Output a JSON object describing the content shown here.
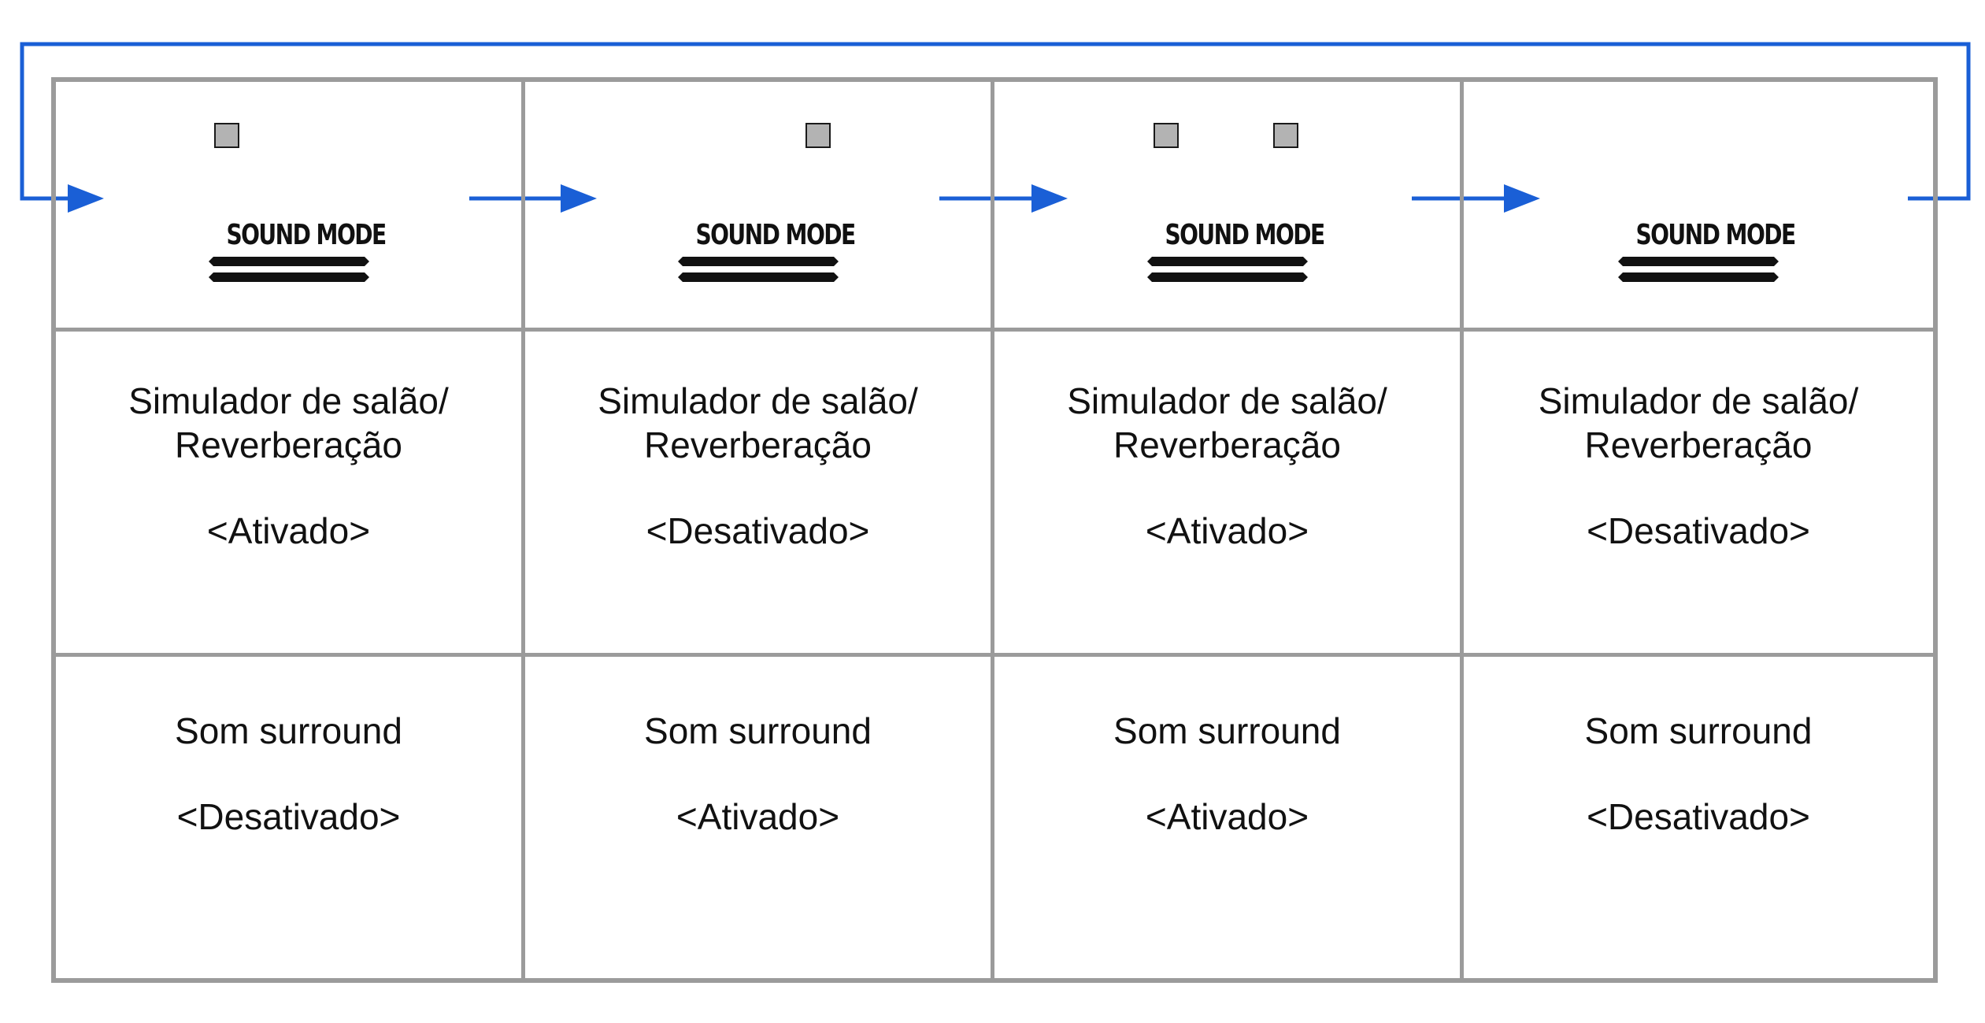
{
  "colors": {
    "flow_arrow": "#1a5fd6",
    "grid_line": "#9b9b9b",
    "indicator_fill": "#b3b3b3",
    "text": "#111111"
  },
  "columns": [
    {
      "indicators": [
        "left"
      ],
      "button_label": "SOUND MODE",
      "hall_label": "Simulador de salão/ Reverberação",
      "hall_status": "<Ativado>",
      "surround_label": "Som surround",
      "surround_status": "<Desativado>"
    },
    {
      "indicators": [
        "right"
      ],
      "button_label": "SOUND MODE",
      "hall_label": "Simulador de salão/ Reverberação",
      "hall_status": "<Desativado>",
      "surround_label": "Som surround",
      "surround_status": "<Ativado>"
    },
    {
      "indicators": [
        "left",
        "right"
      ],
      "button_label": "SOUND MODE",
      "hall_label": "Simulador de salão/ Reverberação",
      "hall_status": "<Ativado>",
      "surround_label": "Som surround",
      "surround_status": "<Ativado>"
    },
    {
      "indicators": [],
      "button_label": "SOUND MODE",
      "hall_label": "Simulador de salão/ Reverberação",
      "hall_status": "<Desativado>",
      "surround_label": "Som surround",
      "surround_status": "<Desativado>"
    }
  ]
}
